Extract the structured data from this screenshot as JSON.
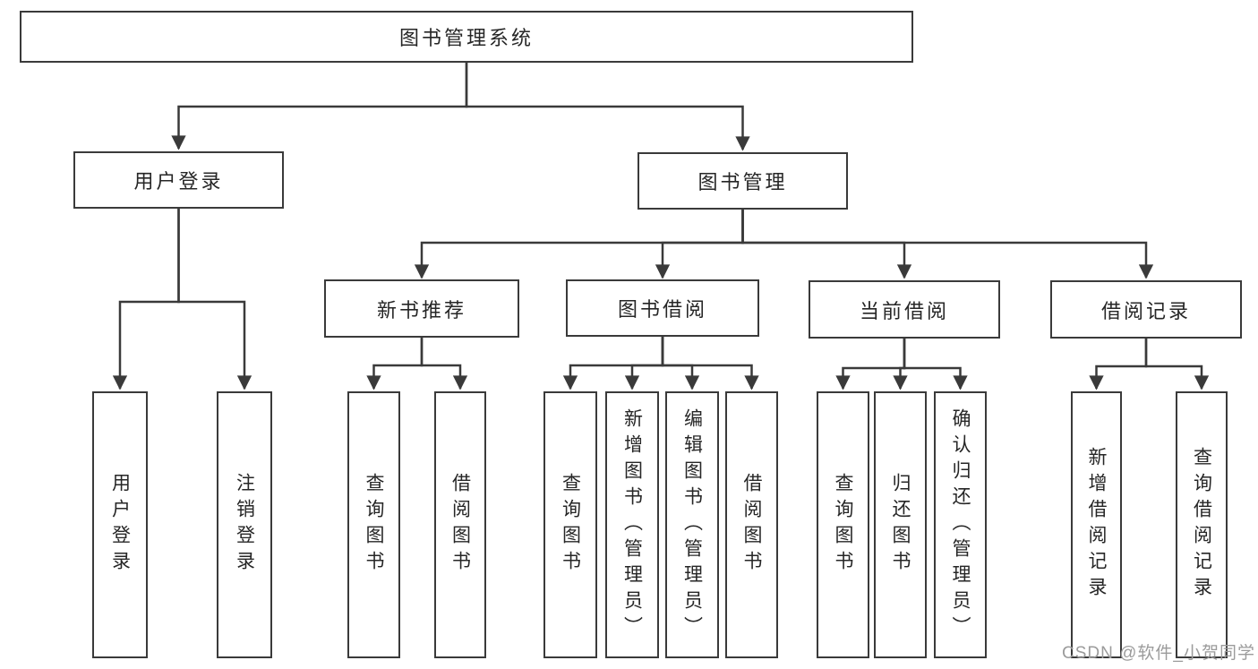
{
  "diagram_title": "图书管理系统",
  "watermark": "CSDN @软件_小贺同学",
  "colors": {
    "background": "#ffffff",
    "box_fill": "#ffffff",
    "box_border": "#3a3a3a",
    "line": "#3a3a3a",
    "text": "#262626",
    "watermark": "#9b9b9b"
  },
  "nodes": {
    "root": "图书管理系统",
    "user_login": "用户登录",
    "book_mgmt": "图书管理",
    "new_book": "新书推荐",
    "book_borrow": "图书借阅",
    "current_borrow": "当前借阅",
    "borrow_record": "借阅记录",
    "leaf_user_login": "用户登录",
    "leaf_logout": "注销登录",
    "leaf_nb_query": "查询图书",
    "leaf_nb_borrow": "借阅图书",
    "leaf_bb_query": "查询图书",
    "leaf_bb_add": "新增图书（管理员）",
    "leaf_bb_edit": "编辑图书（管理员）",
    "leaf_bb_borrow": "借阅图书",
    "leaf_cb_query": "查询图书",
    "leaf_cb_return": "归还图书",
    "leaf_cb_confirm": "确认归还（管理员）",
    "leaf_br_add": "新增借阅记录",
    "leaf_br_query": "查询借阅记录"
  },
  "hierarchy": {
    "图书管理系统": {
      "用户登录": [
        "用户登录",
        "注销登录"
      ],
      "图书管理": {
        "新书推荐": [
          "查询图书",
          "借阅图书"
        ],
        "图书借阅": [
          "查询图书",
          "新增图书（管理员）",
          "编辑图书（管理员）",
          "借阅图书"
        ],
        "当前借阅": [
          "查询图书",
          "归还图书",
          "确认归还（管理员）"
        ],
        "借阅记录": [
          "新增借阅记录",
          "查询借阅记录"
        ]
      }
    }
  }
}
